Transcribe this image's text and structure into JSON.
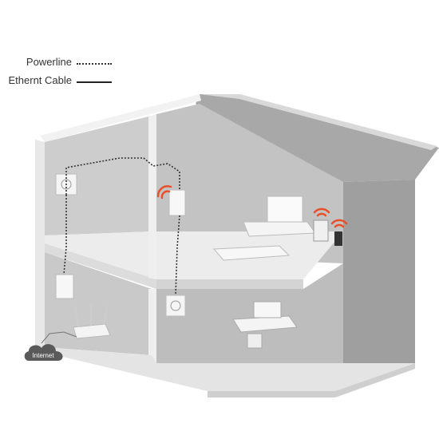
{
  "legend": {
    "powerline_label": "Powerline",
    "ethernet_label": "Ethernt Cable"
  },
  "cloud_label": "Internet",
  "colors": {
    "wall_light": "#cfcfcf",
    "wall_mid": "#b9b9b9",
    "wall_dark": "#9d9d9d",
    "floor": "#e6e6e6",
    "roof_top": "#f2f2f2",
    "wifi_accent": "#e8502a",
    "cloud": "#5a5a5a"
  }
}
